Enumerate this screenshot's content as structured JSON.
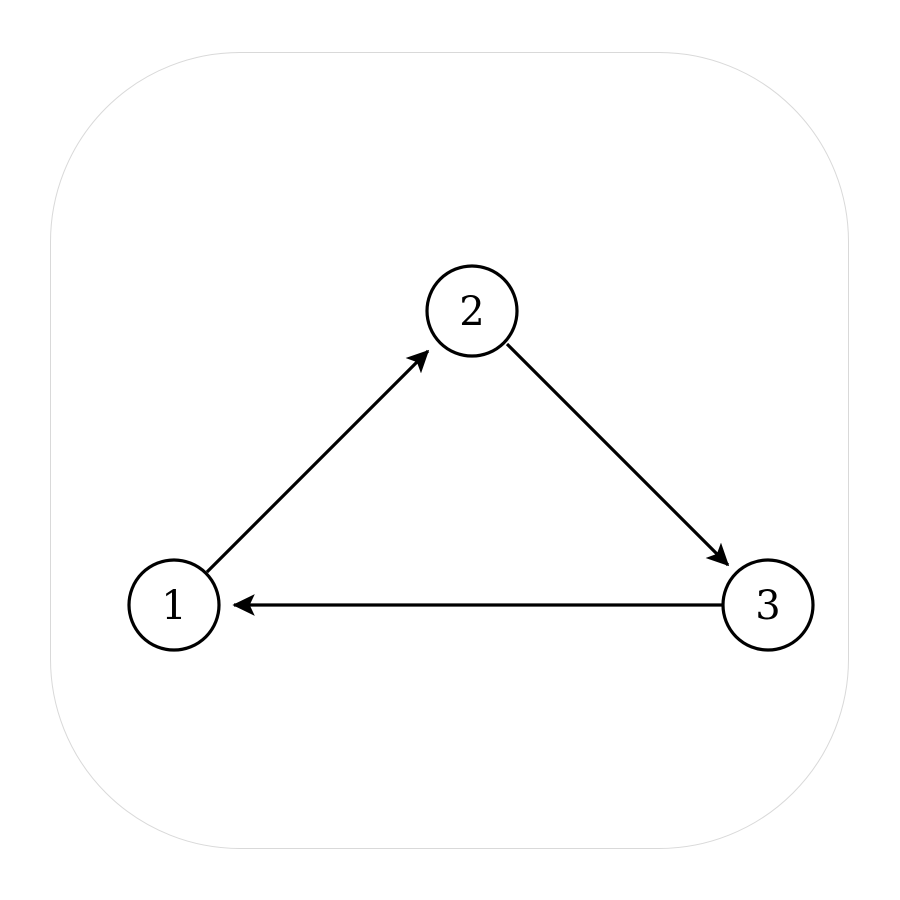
{
  "diagram": {
    "nodes": [
      {
        "id": "1",
        "label": "1"
      },
      {
        "id": "2",
        "label": "2"
      },
      {
        "id": "3",
        "label": "3"
      }
    ],
    "edges": [
      {
        "from": "1",
        "to": "2"
      },
      {
        "from": "2",
        "to": "3"
      },
      {
        "from": "3",
        "to": "1"
      }
    ],
    "colors": {
      "stroke": "#000000",
      "node_fill": "#ffffff",
      "card_border": "#d9d9d9",
      "background": "#ffffff"
    }
  }
}
